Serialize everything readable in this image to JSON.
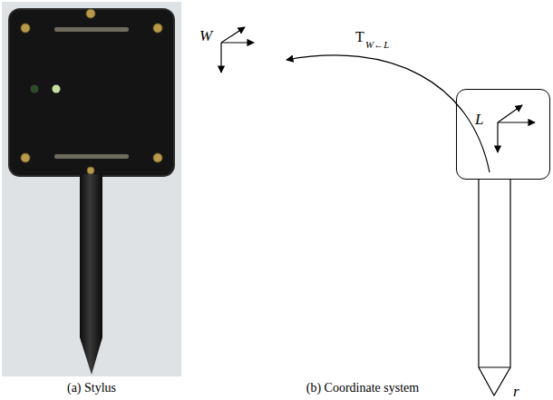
{
  "diagram": {
    "nodes": [
      {
        "text": [
          "L"
        ]
      }
    ],
    "labels": [
      "W",
      "T",
      "W←L",
      "r",
      "(a) Stylus",
      "(b) Coordinate system"
    ]
  }
}
